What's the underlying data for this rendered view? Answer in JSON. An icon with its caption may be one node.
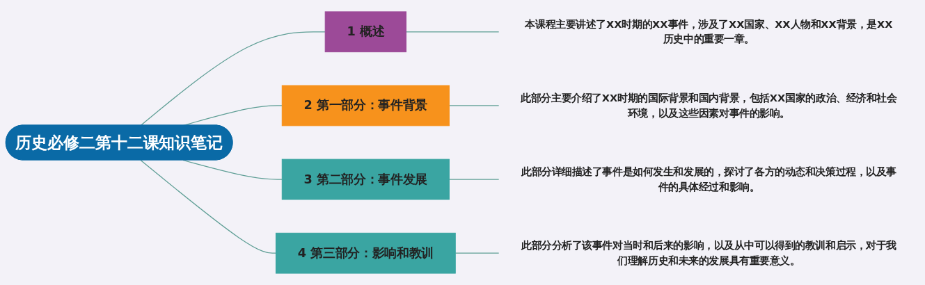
{
  "diagram": {
    "nodes": [
      {
        "text": [
          "历史必修二第十二课知识笔记"
        ]
      },
      {
        "text": [
          "1",
          "概述"
        ]
      },
      {
        "text": [
          "本课程主要讲述了XX时期的XX事件，涉及了XX国家、XX人物和XX背景，是XX历史中的重要一章。"
        ]
      },
      {
        "text": [
          "2",
          "第一部分：事件背景"
        ]
      },
      {
        "text": [
          "此部分主要介绍了XX时期的国际背景和国内背景，包括XX国家的政治、经济和社会环境，以及这些因素对事件的影响。"
        ]
      },
      {
        "text": [
          "3",
          "第二部分：事件发展"
        ]
      },
      {
        "text": [
          "此部分详细描述了事件是如何发生和发展的，探讨了各方的动态和决策过程，以及事件的具体经过和影响。"
        ]
      },
      {
        "text": [
          "4",
          "第三部分：影响和教训"
        ]
      },
      {
        "text": [
          "此部分分析了该事件对当时和后来的影响，以及从中可以得到的教训和启示，对于我们理解历史和未来的发展具有重要意义。"
        ]
      }
    ],
    "edges": [
      {
        "from": 0,
        "to": 1,
        "arrow": "none"
      },
      {
        "from": 1,
        "to": 2,
        "arrow": "none"
      },
      {
        "from": 0,
        "to": 3,
        "arrow": "none"
      },
      {
        "from": 3,
        "to": 4,
        "arrow": "none"
      },
      {
        "from": 0,
        "to": 5,
        "arrow": "none"
      },
      {
        "from": 5,
        "to": 6,
        "arrow": "none"
      },
      {
        "from": 0,
        "to": 7,
        "arrow": "none"
      },
      {
        "from": 7,
        "to": 8,
        "arrow": "none"
      }
    ]
  }
}
